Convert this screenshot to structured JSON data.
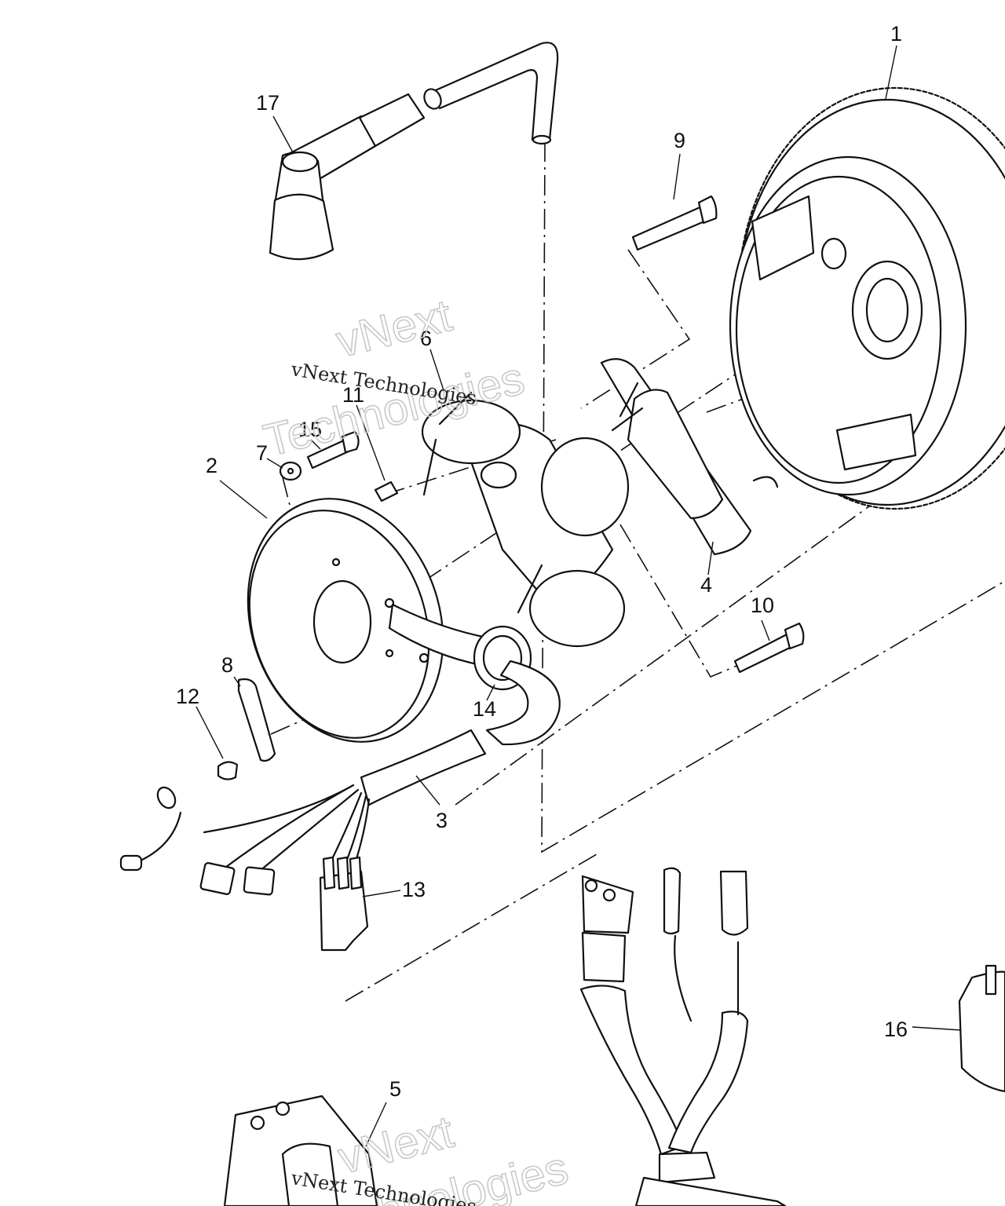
{
  "callouts": {
    "c1": "1",
    "c2": "2",
    "c3": "3",
    "c4": "4",
    "c5": "5",
    "c6": "6",
    "c7": "7",
    "c8": "8",
    "c9": "9",
    "c10": "10",
    "c11": "11",
    "c12": "12",
    "c13": "13",
    "c14": "14",
    "c15": "15",
    "c16": "16",
    "c17": "17"
  },
  "watermark": {
    "line1": "vNext",
    "line2": "Technologies",
    "small": "vNext Technologies"
  }
}
